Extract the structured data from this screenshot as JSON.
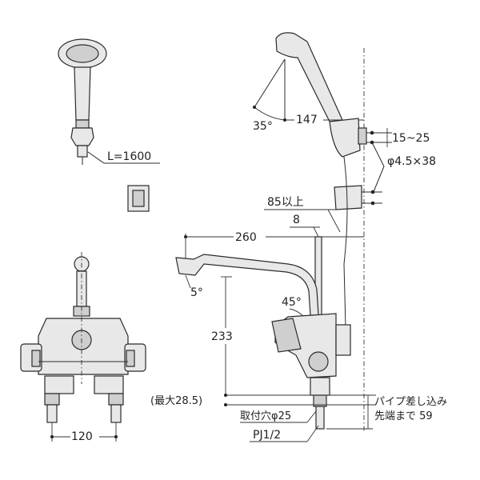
{
  "labels": {
    "hose_length": "L=1600",
    "holder_angle": "35°",
    "holder_offset": "147",
    "mount_range": "15~25",
    "screw": "φ4.5×38",
    "min_distance": "85以上",
    "wall_gap": "8",
    "spout_reach": "260",
    "spout_angle": "5°",
    "handle_angle": "45°",
    "height": "233",
    "max_depth": "(最大28.5)",
    "hole_size": "取付穴φ25",
    "thread": "PJ1/2",
    "pipe_insert_line1": "パイプ差し込み",
    "pipe_insert_line2": "先端まで 59",
    "inlet_pitch": "120"
  },
  "colors": {
    "part_fill": "#e8e8e8",
    "part_dark": "#cfcfcf",
    "outline": "#2b2b2b"
  }
}
